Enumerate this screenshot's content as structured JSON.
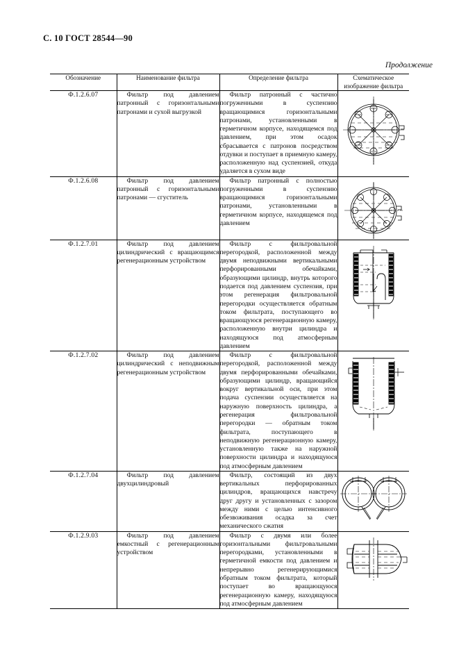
{
  "page": {
    "header_page_label": "С. 10",
    "standard": "ГОСТ 28544—90",
    "header_full": "С. 10 ГОСТ 28544—90",
    "continuation_label": "Продолжение"
  },
  "table": {
    "columns": [
      {
        "key": "designation",
        "header": "Обозначение"
      },
      {
        "key": "name",
        "header": "Наименование фильтра"
      },
      {
        "key": "definition",
        "header": "Определение фильтра"
      },
      {
        "key": "schematic",
        "header": "Схематическое изображение фильтра"
      }
    ],
    "rows": [
      {
        "designation": "Ф.1.2.6.07",
        "name": "Фильтр под давлением патронный с горизонтальными патронами и сухой выгрузкой",
        "definition": "Фильтр патронный с частично погруженными в суспензию вращающимися горизонтальными патронами, установленными в герметичном корпусе, находящемся под давлением, при этом осадок сбрасывается с патронов посредством отдувки и поступает в приемную камеру, расположенную над суспензией, откуда удаляется в сухом виде",
        "schematic_name": "cartridge-filter-radial-arms-diagram"
      },
      {
        "designation": "Ф.1.2.6.08",
        "name": "Фильтр под давлением патронный с горизонтальными патронами — сгуститель",
        "definition": "Фильтр патронный с полностью погруженными в суспензию вращающимися горизонтальными патронами, установленными в герметичном корпусе, находящемся под давлением",
        "schematic_name": "cartridge-thickener-radial-arms-diagram"
      },
      {
        "designation": "Ф.1.2.7.01",
        "name": "Фильтр под давлением цилиндрический с вращающимся регенерационным устройством",
        "definition": "Фильтр с фильтровальной перегородкой, расположенной между двумя неподвижными вертикальными перфорированными обечайками, образующими цилиндр, внутрь которого подается под давлением суспензия, при этом регенерация фильтровальной перегородки осуществляется обратным током фильтрата, поступающего во вращающуюся регенерационную камеру, расположенную внутри цилиндра и находящуюся под атмосферным давлением",
        "schematic_name": "vertical-cylinder-rotating-regenerator-diagram"
      },
      {
        "designation": "Ф.1.2.7.02",
        "name": "Фильтр под давлением цилиндрический с неподвижным регенерационным устройством",
        "definition": "Фильтр с фильтровальной перегородкой, расположенной между двумя перфорированными обечайками, образующими цилиндр, вращающийся вокруг вертикальной оси, при этом подача суспензии осуществляется на наружную поверхность цилиндра, а регенерация фильтровальной перегородки — обратным током фильтрата, поступающего в неподвижную регенерационную камеру, установленную также на наружной поверхности цилиндра и находящуюся под атмосферным давлением",
        "schematic_name": "vertical-cylinder-fixed-regenerator-diagram"
      },
      {
        "designation": "Ф.1.2.7.04",
        "name": "Фильтр под давлением двухцилиндровый",
        "definition": "Фильтр, состоящий из двух вертикальных перфорированных цилиндров, вращающихся навстречу друг другу и установленных с зазором между ними с целью интенсивного обезвоживания осадка за счет механического сжатия",
        "schematic_name": "twin-cylinder-press-filter-diagram"
      },
      {
        "designation": "Ф.1.2.9.03",
        "name": "Фильтр под давлением емкостный с регенерационным устройством",
        "definition": "Фильтр с двумя или более горизонтальными фильтровальными перегородками, установленными в герметичной емкости под давлением и непрерывно регенерирующимися обратным током фильтрата, который поступает во вращающуюся регенерационную камеру, находящуюся под атмосферным давлением",
        "schematic_name": "horizontal-vessel-regenerator-diagram"
      }
    ]
  },
  "colors": {
    "ink": "#111111",
    "rule": "#000000",
    "paper": "#ffffff"
  }
}
